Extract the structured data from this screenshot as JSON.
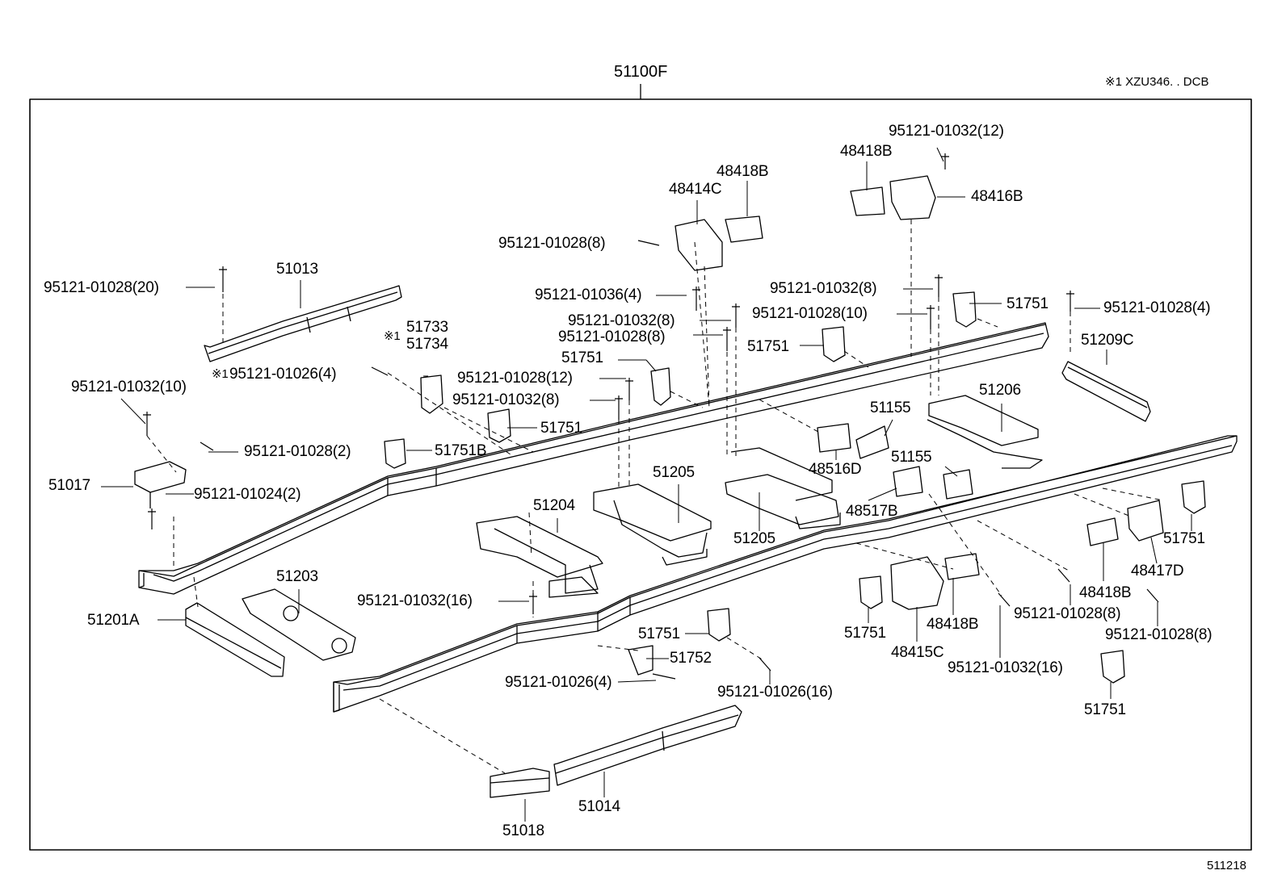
{
  "diagram": {
    "assembly_label": "51100F",
    "applicability_note": "※1 XZU346. . DCB",
    "drawing_code": "511218",
    "callouts": [
      {
        "text": "95121-01032(12)"
      },
      {
        "text": "48418B"
      },
      {
        "text": "48418B"
      },
      {
        "text": "48414C"
      },
      {
        "text": "48416B"
      },
      {
        "text": "95121-01028(8)"
      },
      {
        "text": "51013"
      },
      {
        "text": "95121-01028(20)"
      },
      {
        "text": "95121-01036(4)"
      },
      {
        "text": "95121-01032(8)"
      },
      {
        "text": "51751"
      },
      {
        "text": "95121-01028(4)"
      },
      {
        "text": "95121-01028(10)"
      },
      {
        "text": "95121-01032(8)"
      },
      {
        "text": "95121-01028(8)"
      },
      {
        "text": "※1"
      },
      {
        "text": "51733"
      },
      {
        "text": "51734"
      },
      {
        "text": "51751"
      },
      {
        "text": "51209C"
      },
      {
        "text": "51751"
      },
      {
        "text": "※1"
      },
      {
        "text": "95121-01026(4)"
      },
      {
        "text": "95121-01032(10)"
      },
      {
        "text": "95121-01028(12)"
      },
      {
        "text": "95121-01032(8)"
      },
      {
        "text": "51751"
      },
      {
        "text": "51206"
      },
      {
        "text": "51155"
      },
      {
        "text": "95121-01028(2)"
      },
      {
        "text": "51751B"
      },
      {
        "text": "48516D"
      },
      {
        "text": "51155"
      },
      {
        "text": "51205"
      },
      {
        "text": "51017"
      },
      {
        "text": "95121-01024(2)"
      },
      {
        "text": "51204"
      },
      {
        "text": "48517B"
      },
      {
        "text": "51205"
      },
      {
        "text": "51751"
      },
      {
        "text": "48417D"
      },
      {
        "text": "51203"
      },
      {
        "text": "95121-01032(16)"
      },
      {
        "text": "48418B"
      },
      {
        "text": "51201A"
      },
      {
        "text": "95121-01028(8)"
      },
      {
        "text": "51751"
      },
      {
        "text": "48418B"
      },
      {
        "text": "51751"
      },
      {
        "text": "95121-01028(8)"
      },
      {
        "text": "51752"
      },
      {
        "text": "48415C"
      },
      {
        "text": "95121-01026(4)"
      },
      {
        "text": "95121-01032(16)"
      },
      {
        "text": "95121-01026(16)"
      },
      {
        "text": "51751"
      },
      {
        "text": "51014"
      },
      {
        "text": "51018"
      }
    ]
  }
}
